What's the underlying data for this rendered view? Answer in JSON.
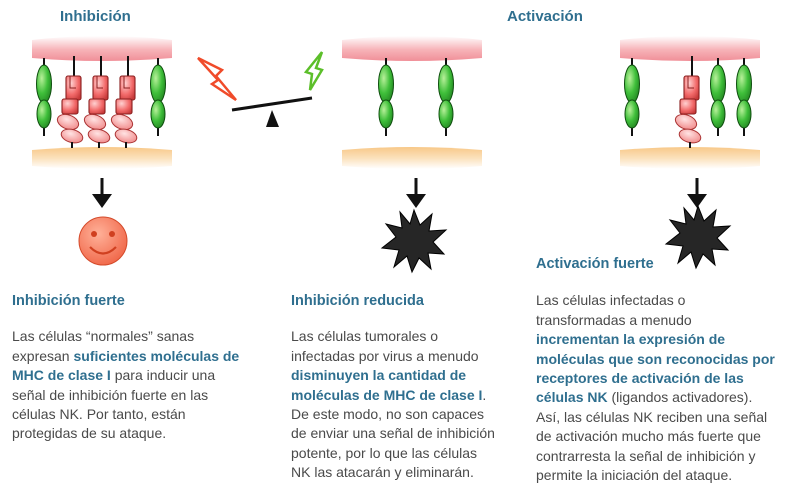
{
  "headers": {
    "inhibition": "Inhibición",
    "activation": "Activación"
  },
  "panels": {
    "strong_inhibition": {
      "title": "Inhibición fuerte",
      "t1": "Las células “normales” sanas expresan ",
      "b1": "suficientes moléculas de MHC de clase I",
      "t2": " para inducir una señal de inhibición fuerte en las células NK. Por tanto, están protegidas de su ataque."
    },
    "reduced_inhibition": {
      "title": "Inhibición reducida",
      "t1": "Las células tumorales o infectadas por virus a menudo ",
      "b1": "disminuyen la cantidad de moléculas de MHC de clase I",
      "t2": ". De este modo, no son capaces de enviar una señal de inhibición potente, por lo que las células NK las atacarán y eliminarán."
    },
    "strong_activation": {
      "title": "Activación fuerte",
      "t1": "Las células infectadas o transformadas a menudo ",
      "b1": "incrementan la expresión de moléculas que son reconocidas por receptores de activación de las células NK",
      "t2": " (ligandos activadores). Así, las células NK reciben una señal de activación mucho más fuerte que contrarresta la señal de inhibición y permite la iniciación del ataque."
    }
  },
  "colors": {
    "accent_text": "#2f6f8f",
    "nk_membrane": "#f5a0a6",
    "target_membrane": "#f7d098",
    "activating_receptor": "#3aa03a",
    "inhibitory_receptor": "#e85a5a",
    "mhc": "#f58a8a",
    "smiley": "#f26b4f",
    "burst": "#222222",
    "lightning_red": "#f04b2a",
    "lightning_green": "#5cbf2a"
  },
  "icons": [
    "smiley-face-icon",
    "explosion-burst-icon",
    "lightning-bolt-icon",
    "down-arrow-icon",
    "balance-scale-icon"
  ]
}
